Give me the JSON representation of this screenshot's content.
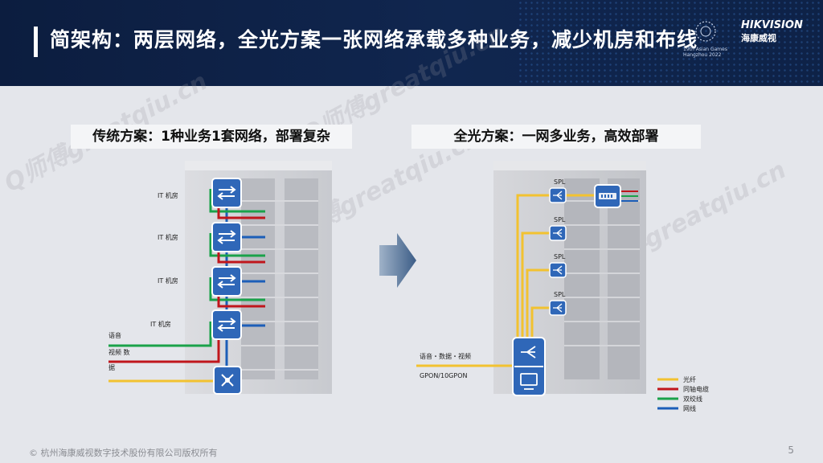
{
  "header": {
    "title": "简架构：两层网络，全光方案一张网络承载多种业务，减少机房和布线",
    "logo_brand": "HIKVISION",
    "logo_cn": "海康威视",
    "asiad_lines": [
      "19th Asian Games",
      "Hangzhou 2022"
    ]
  },
  "left_panel": {
    "title": "传统方案：1种业务1套网络，部署复杂",
    "room_labels": [
      "IT 机房",
      "IT 机房",
      "IT 机房",
      "IT 机房"
    ],
    "input_labels": [
      "语音",
      "视频 数",
      "据"
    ]
  },
  "right_panel": {
    "title": "全光方案：一网多业务，高效部署",
    "spl_labels": [
      "SPL",
      "SPL",
      "SPL",
      "SPL"
    ],
    "input_label": "语音・数据・视频",
    "gpon_label": "GPON/10GPON",
    "legend": [
      {
        "label": "光纤",
        "color": "#f2c230"
      },
      {
        "label": "同轴电缆",
        "color": "#c0161c"
      },
      {
        "label": "双绞线",
        "color": "#1aa24a"
      },
      {
        "label": "网线",
        "color": "#1c5eb8"
      }
    ]
  },
  "watermark": "Q师傅greatqiu.cn",
  "footer": {
    "copyright": "© 杭州海康威视数字技术股份有限公司版权所有",
    "page_number": "5"
  }
}
